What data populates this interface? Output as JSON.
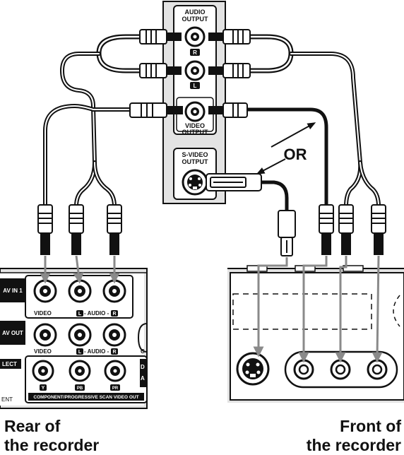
{
  "source_panel": {
    "audio_output": [
      "AUDIO",
      "OUTPUT"
    ],
    "audio_r": "R",
    "audio_l": "L",
    "video_output": [
      "VIDEO",
      "OUTPUT"
    ],
    "svideo_output": [
      "S-VIDEO",
      "OUTPUT"
    ]
  },
  "or_label": "OR",
  "rear_panel": {
    "av_in1": "AV IN 1",
    "av_out": "AV OUT",
    "video_label": "VIDEO",
    "l_badge": "L",
    "audio_label": "- AUDIO -",
    "r_badge": "R",
    "select_fragment": "LECT",
    "ent_fragment": "ENT",
    "c_fragment": "C",
    "d_fragment": "D",
    "a_fragment": "A",
    "y_badge": "Y",
    "pb_badge": "PB",
    "pr_badge": "PR",
    "component_label": "COMPONENT/PROGRESSIVE SCAN VIDEO OUT"
  },
  "captions": {
    "rear": [
      "Rear of",
      "the recorder"
    ],
    "front": [
      "Front of",
      "the recorder"
    ]
  }
}
